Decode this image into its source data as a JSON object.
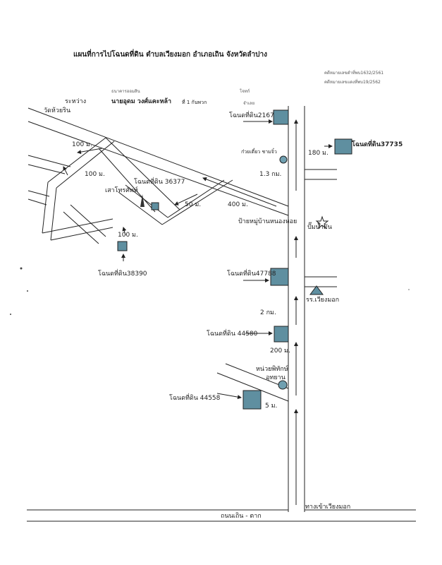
{
  "title": "แผนที่การไปโฉนดที่ดิน ตำบลเวียงมอก อำเภอเถิน จังหวัดลำปาง",
  "refs": [
    "คดีหมายเลขดำที่พบ1632/2561",
    "คดีหมายเลขแดงที่พบ19/2562"
  ],
  "parties": {
    "between_label": "ระหว่าง",
    "plaintiff_role": "ธนาคารออมสิน",
    "defendant_name": "นายอุดม  วงศ์แคะหล้า",
    "date_text": "ที่ 1 กันพวก",
    "plaintiff_label": "โจทก์",
    "defendant_label": "จำเลย"
  },
  "places": {
    "temple": "วัดห้วยริน",
    "noodle_shop": "ก๋วยเตี๋ยว ชามจิ๋ว",
    "phone_pole": "เสาโทรศัพท์",
    "village_sign": "ป้ายหมู่บ้านหนองหอย",
    "gas_pump": "ปั๊มน้ำมัน",
    "school": "รร.เวียงมอก",
    "unit": "หน่วยพิทักษ์",
    "park": "อุทยาน",
    "entrance": "ทางเข้าเวียงมอก",
    "highway": "ถนนเถิน - ตาก"
  },
  "parcels": {
    "p2167": "โฉนดที่ดิน2167",
    "p37735": "โฉนดที่ดิน37735",
    "p36377": "โฉนดที่ดิน 36377",
    "p38390": "โฉนดที่ดิน38390",
    "p47788": "โฉนดที่ดิน47788",
    "p44580": "โฉนดที่ดิน  44580",
    "p44558": "โฉนดที่ดิน 44558"
  },
  "distances": {
    "d100a": "100 ม.",
    "d100b": "100 ม.",
    "d100c": "100 ม.",
    "d180": "180 ม.",
    "d13km": "1.3  กม.",
    "d50": "50 ม.",
    "d400": "400 ม.",
    "d2km": "2  กม.",
    "d200": "200 ม.",
    "d5": "5 ม."
  },
  "colors": {
    "parcel_fill": "#5f8fa0",
    "marker_fill": "#6f9fb0",
    "road": "#222222"
  }
}
